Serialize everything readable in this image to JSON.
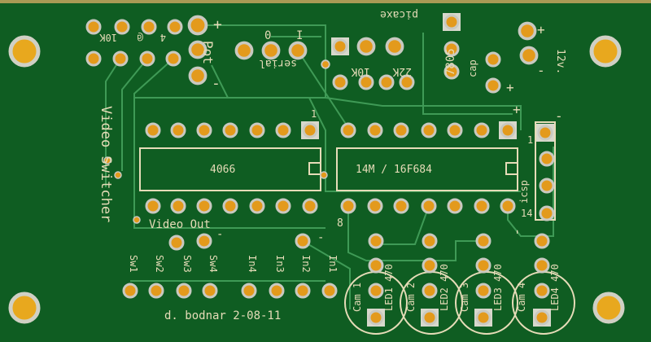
{
  "colors": {
    "board": "#0f5d22",
    "trace": "#3f9a56",
    "silk": "#e6dcb8",
    "pad": "#e39a1c",
    "ring": "#c9c9c0"
  },
  "labels": {
    "picaxe": "picaxe",
    "pot": "Pot",
    "plus": "+",
    "minus": "-",
    "serial": "serial",
    "zero": "0",
    "one_mark": "I",
    "r10k_a": "10K",
    "r_4": "4",
    "r_at": "@",
    "r10k_b": "10K",
    "r22k": "22K",
    "reg": "7805",
    "cap": "cap",
    "v12": "12v.",
    "title": "Video Switcher",
    "ic1": "4066",
    "ic2": "14M / 16F684",
    "pin1": "1",
    "pin8": "8",
    "pin14": "14",
    "icsp": "icsp",
    "video_out": "Video Out",
    "sw": [
      "Sw1",
      "Sw2",
      "Sw3",
      "Sw4"
    ],
    "inputs": [
      "In4",
      "In3",
      "In2",
      "In1"
    ],
    "cams": [
      "Cam 1",
      "Cam 2",
      "Cam 3",
      "Cam 4"
    ],
    "leds": [
      "LED1 470",
      "LED2 470",
      "LED3 470",
      "LED4 470"
    ],
    "credit": "d. bodnar 2-08-11"
  }
}
